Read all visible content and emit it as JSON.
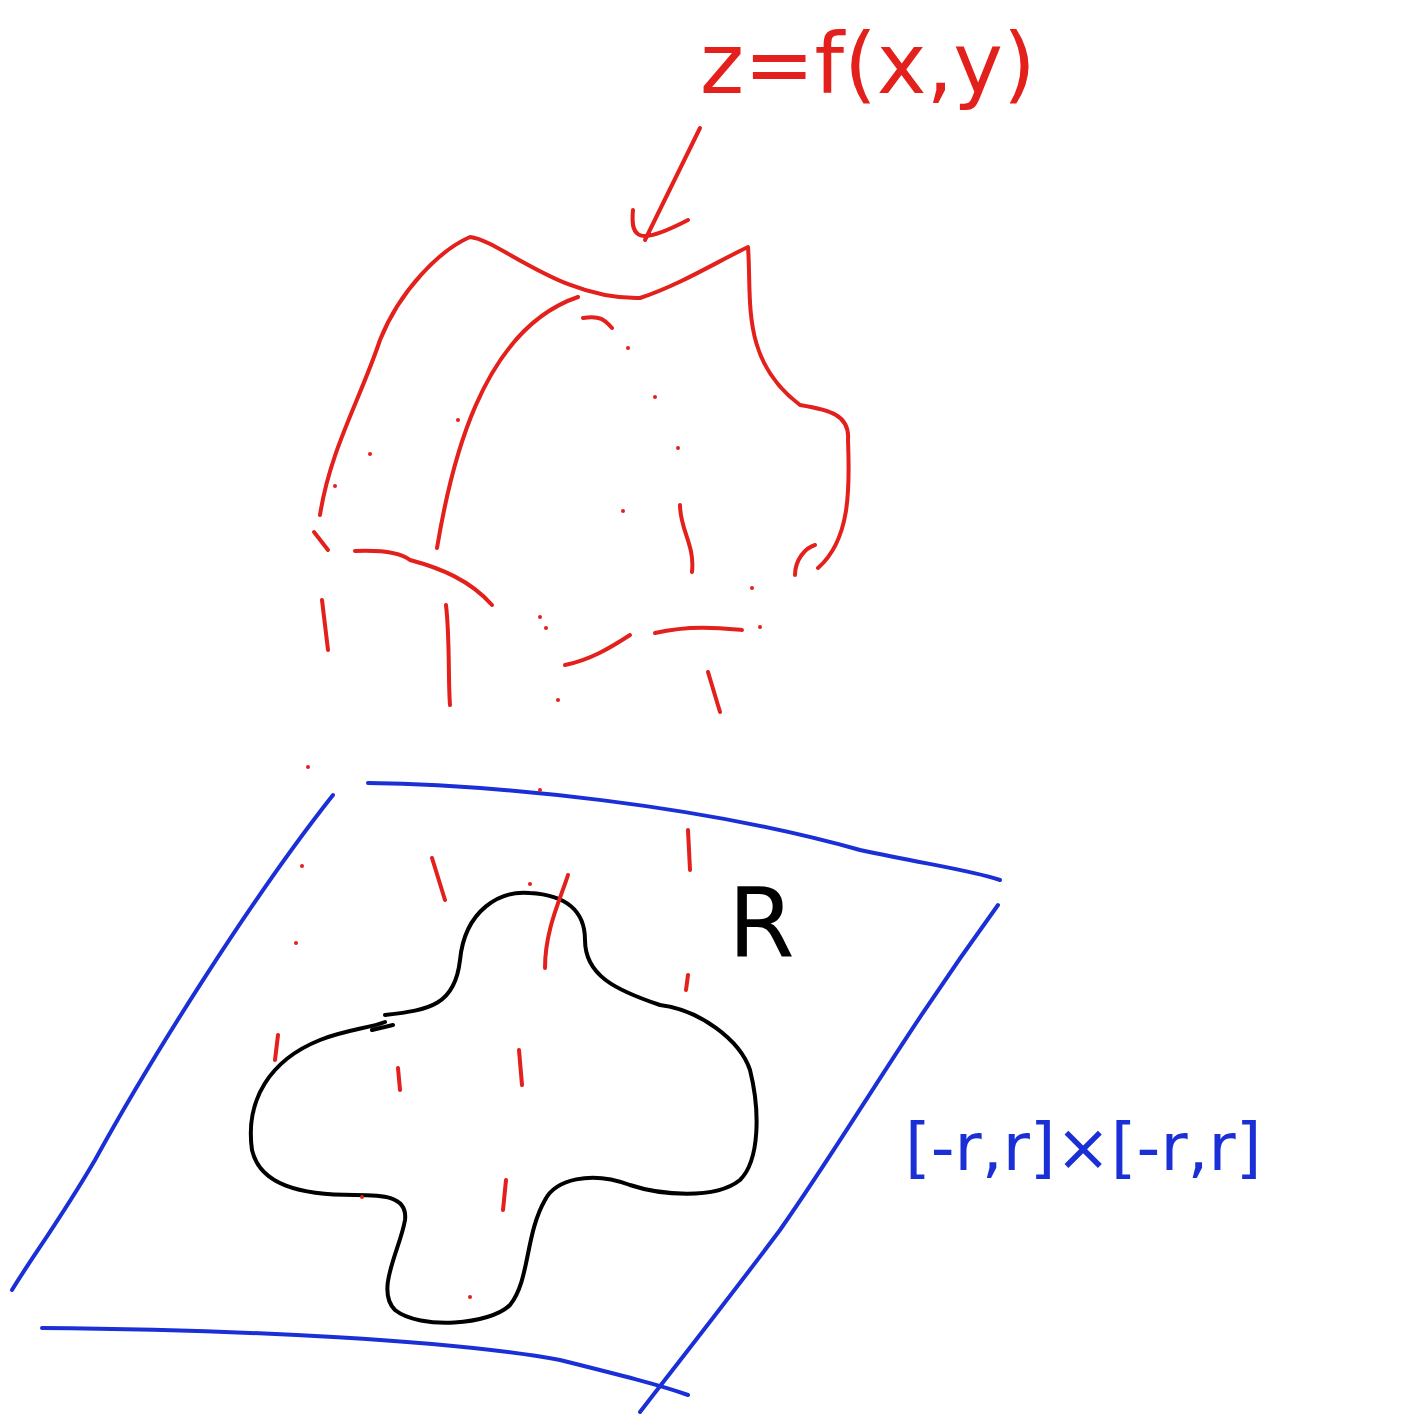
{
  "diagram": {
    "labels": [
      "z=f(x,y)",
      "R",
      "[-r,r]×[-r,r]"
    ]
  }
}
